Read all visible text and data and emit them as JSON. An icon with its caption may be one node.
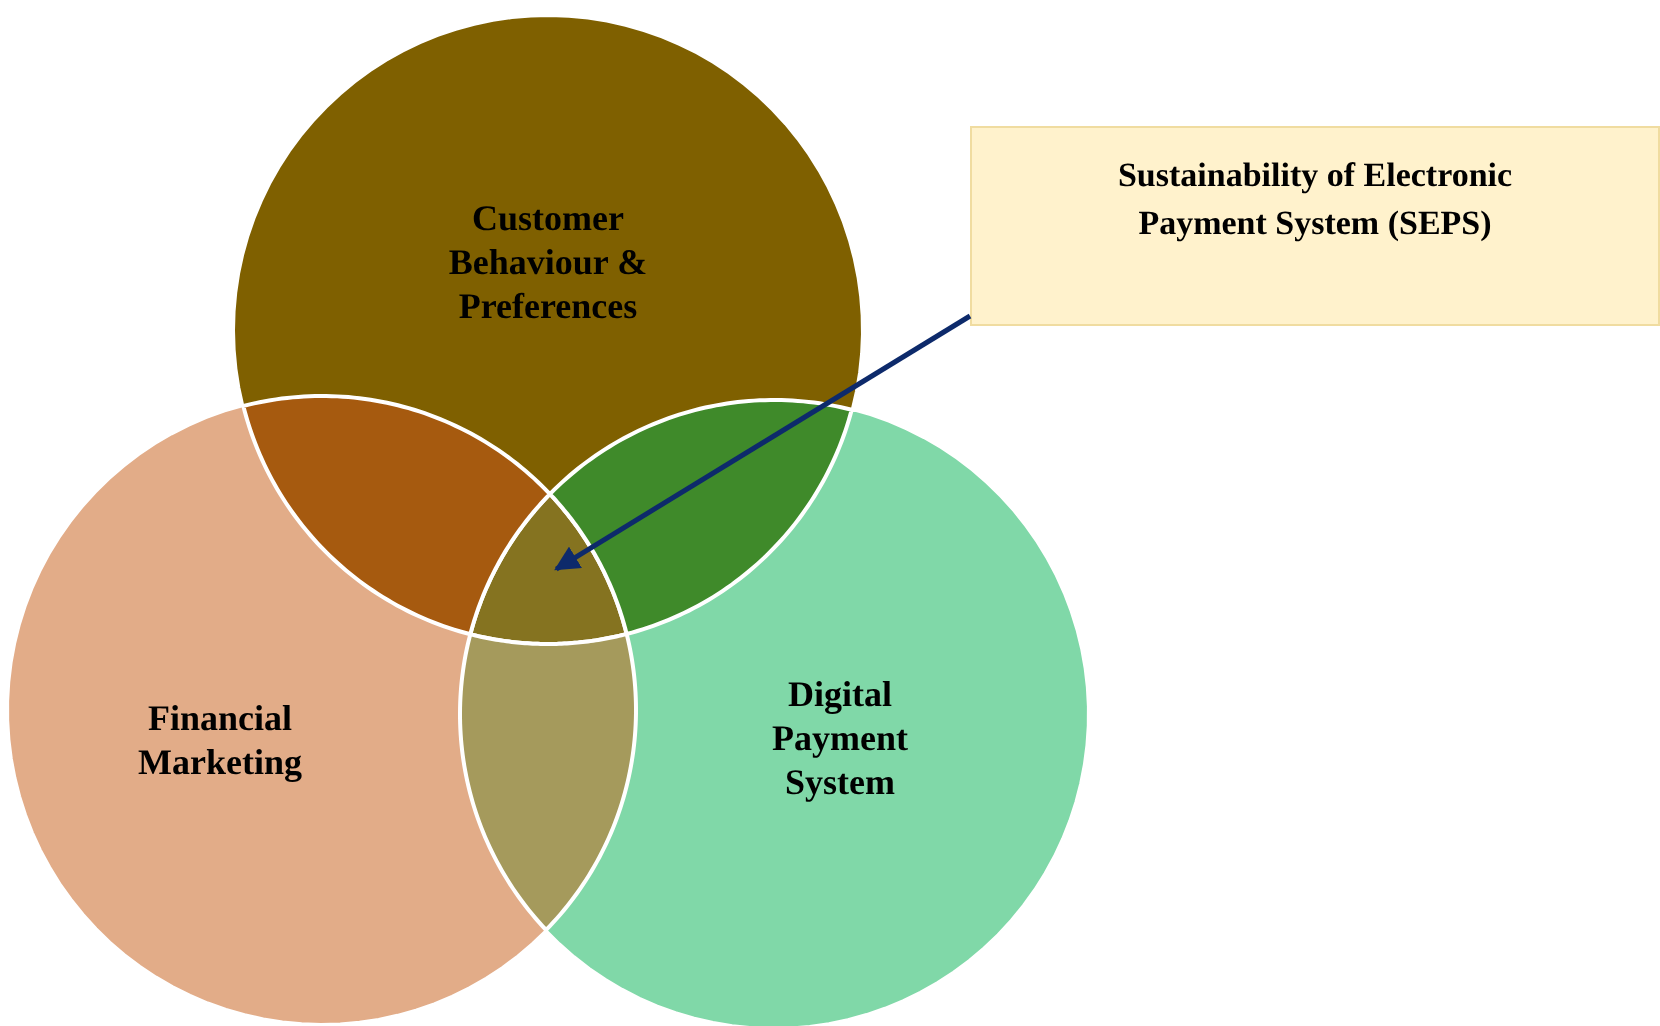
{
  "diagram": {
    "nodes": [
      {
        "text": [
          "Customer Behaviour & Preferences"
        ]
      },
      {
        "text": [
          "Financial Marketing"
        ]
      },
      {
        "text": [
          "Digital Payment System"
        ]
      },
      {
        "text": [
          "Sustainability of Electronic Payment System (SEPS)"
        ]
      },
      {
        "text": [],
        "shape": "triangle"
      },
      {
        "text": [],
        "shape": "lens"
      },
      {
        "text": [],
        "shape": "lens"
      },
      {
        "text": [],
        "shape": "lens"
      }
    ],
    "edges": [
      {
        "from": 3,
        "to": 4,
        "arrow": "to",
        "color": "#0d2a6b"
      }
    ]
  }
}
